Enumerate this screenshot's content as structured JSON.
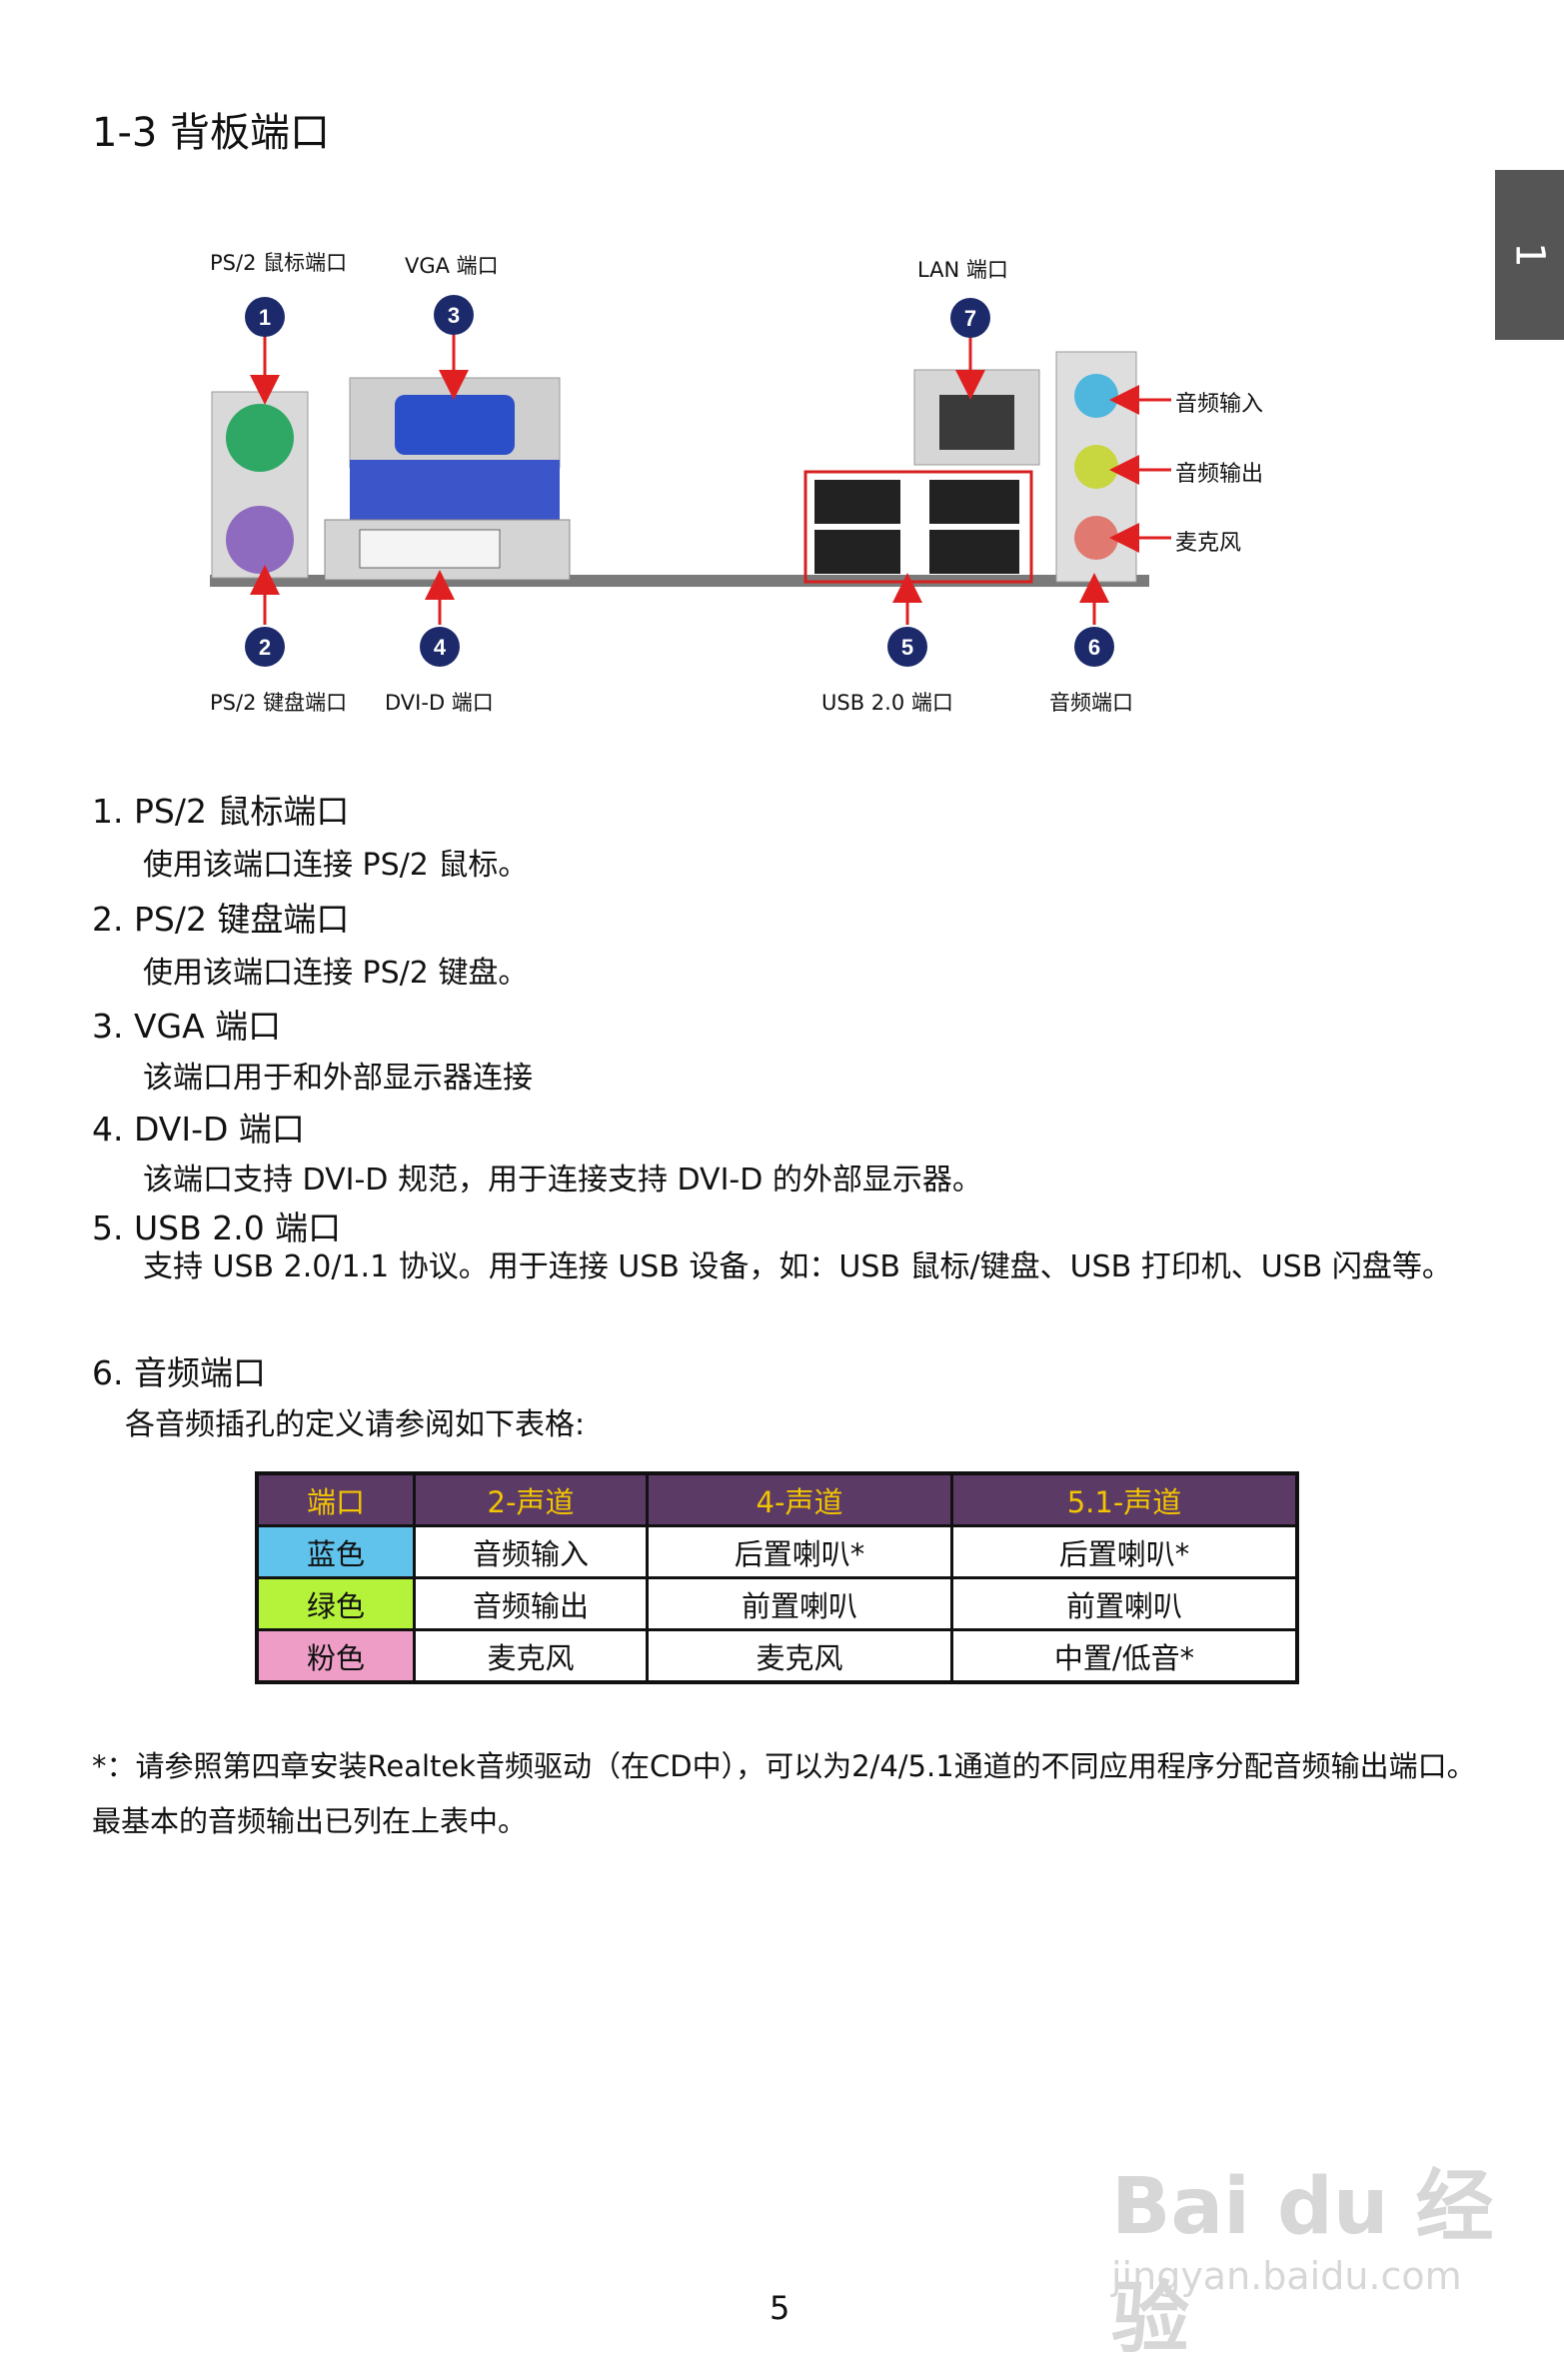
{
  "page_title": "1-3 背板端口",
  "side_tab": "1",
  "diagram": {
    "labels_top": {
      "ps2_mouse": "PS/2 鼠标端口",
      "vga": "VGA 端口",
      "lan": "LAN 端口"
    },
    "labels_bottom": {
      "ps2_keyboard": "PS/2 键盘端口",
      "dvi": "DVI-D 端口",
      "usb": "USB 2.0 端口",
      "audio": "音频端口"
    },
    "labels_audio_right": [
      "音频输入",
      "音频输出",
      "麦克风"
    ],
    "markers": [
      "1",
      "2",
      "3",
      "4",
      "5",
      "6",
      "7"
    ],
    "colors": {
      "marker": "#1c2a6b",
      "arrow": "#e02020",
      "ps2_mouse": "#2fa866",
      "ps2_keyboard": "#8f6bbf",
      "vga": "#2b4fc9",
      "audio_blue": "#4fb6de",
      "audio_green": "#c8d640",
      "audio_pink": "#e07a70"
    }
  },
  "items": [
    {
      "head": "1.   PS/2  鼠标端口",
      "desc": "使用该端口连接  PS/2  鼠标。"
    },
    {
      "head": "2.   PS/2  键盘端口",
      "desc": "使用该端口连接  PS/2  键盘。"
    },
    {
      "head": "3.   VGA  端口",
      "desc": "该端口用于和外部显示器连接"
    },
    {
      "head": "4.   DVI-D  端口",
      "desc": "该端口支持  DVI-D  规范，用于连接支持  DVI-D  的外部显示器。"
    },
    {
      "head": "5.    USB 2.0  端口",
      "desc": "支持  USB  2.0/1.1  协议。用于连接  USB  设备，如：USB 鼠标/键盘、USB 打印机、USB 闪盘等。"
    },
    {
      "head": "6.  音频端口",
      "desc": "各音频插孔的定义请参阅如下表格:"
    }
  ],
  "table": {
    "headers": [
      "端口",
      "2-声道",
      "4-声道",
      "5.1-声道"
    ],
    "rows": [
      {
        "port": "蓝色",
        "color": "#5fc3ec",
        "ch2": "音频输入",
        "ch4": "后置喇叭*",
        "ch51": "后置喇叭*"
      },
      {
        "port": "绿色",
        "color": "#b5f23a",
        "ch2": "音频输出",
        "ch4": "前置喇叭",
        "ch51": "前置喇叭"
      },
      {
        "port": "粉色",
        "color": "#ee9ec6",
        "ch2": "麦克风",
        "ch4": "麦克风",
        "ch51": "中置/低音*"
      }
    ]
  },
  "footnote": "*：请参照第四章安装Realtek音频驱动（在CD中），可以为2/4/5.1通道的不同应用程序分配音频输出端口。最基本的音频输出已列在上表中。",
  "page_number": "5",
  "watermark": {
    "line1": "Bai du 经验",
    "line2": "jingyan.baidu.com"
  }
}
